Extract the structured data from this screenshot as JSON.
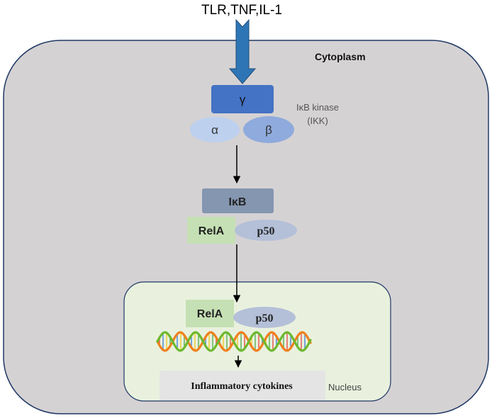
{
  "signal": {
    "label": "TLR,TNF,IL-1"
  },
  "compartments": {
    "cytoplasm": "Cytoplasm",
    "nucleus": "Nucleus"
  },
  "ikk": {
    "gamma": "γ",
    "alpha": "α",
    "beta": "β",
    "label_line1": "IκB kinase",
    "label_line2": "(IKK)"
  },
  "complex_cytoplasm": {
    "ikb": "IκB",
    "rela": "RelA",
    "p50": "p50"
  },
  "complex_nucleus": {
    "rela": "RelA",
    "p50": "p50"
  },
  "output": {
    "label": "Inflammatory cytokines"
  },
  "colors": {
    "cytoplasm_fill": "#d5d2d4",
    "nucleus_fill": "#e9f1de",
    "gamma_fill": "#4472c4",
    "alpha_fill": "#bdd0ee",
    "beta_fill": "#8faadc",
    "ikb_fill": "#8496b0",
    "rela_fill": "#c5e0b4",
    "p50_fill": "#b4c0d8",
    "signal_arrow": "#2e75b6",
    "dna_orange": "#f07f1c",
    "dna_green": "#6cb82e"
  }
}
